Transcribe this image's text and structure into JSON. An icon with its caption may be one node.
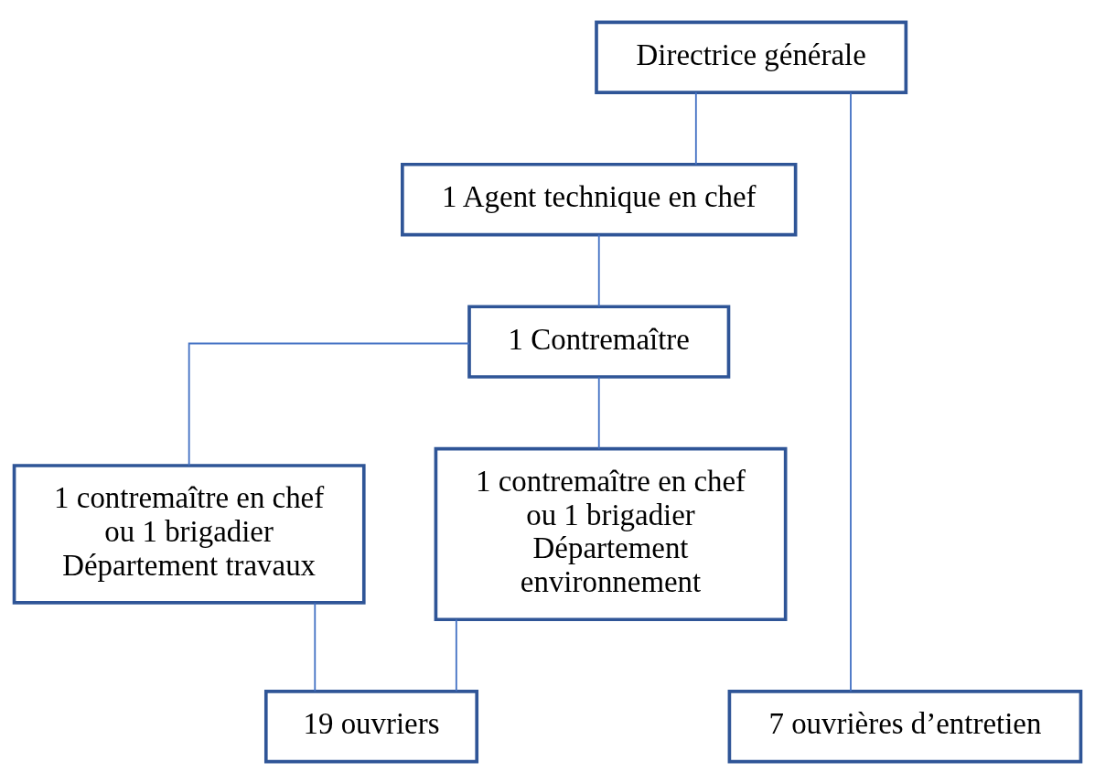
{
  "diagram": {
    "nodes": [
      {
        "text": [
          "Directrice générale"
        ]
      },
      {
        "text": [
          "1 Agent technique en chef"
        ]
      },
      {
        "text": [
          "1 Contremaître"
        ]
      },
      {
        "text": [
          "1 contremaître en chef ou 1 brigadier Département travaux"
        ]
      },
      {
        "text": [
          "1 contremaître en chef ou 1 brigadier Département environnement"
        ]
      },
      {
        "text": [
          "19 ouvriers"
        ]
      },
      {
        "text": [
          "7 ouvrières d’entretien"
        ]
      }
    ],
    "edges": [
      {
        "from": 0,
        "to": 1,
        "arrow": "none"
      },
      {
        "from": 0,
        "to": 6,
        "arrow": "none"
      },
      {
        "from": 1,
        "to": 2,
        "arrow": "none"
      },
      {
        "from": 2,
        "to": 3,
        "arrow": "none"
      },
      {
        "from": 2,
        "to": 4,
        "arrow": "none"
      },
      {
        "from": 3,
        "to": 5,
        "arrow": "none"
      },
      {
        "from": 4,
        "to": 5,
        "arrow": "none"
      }
    ]
  }
}
